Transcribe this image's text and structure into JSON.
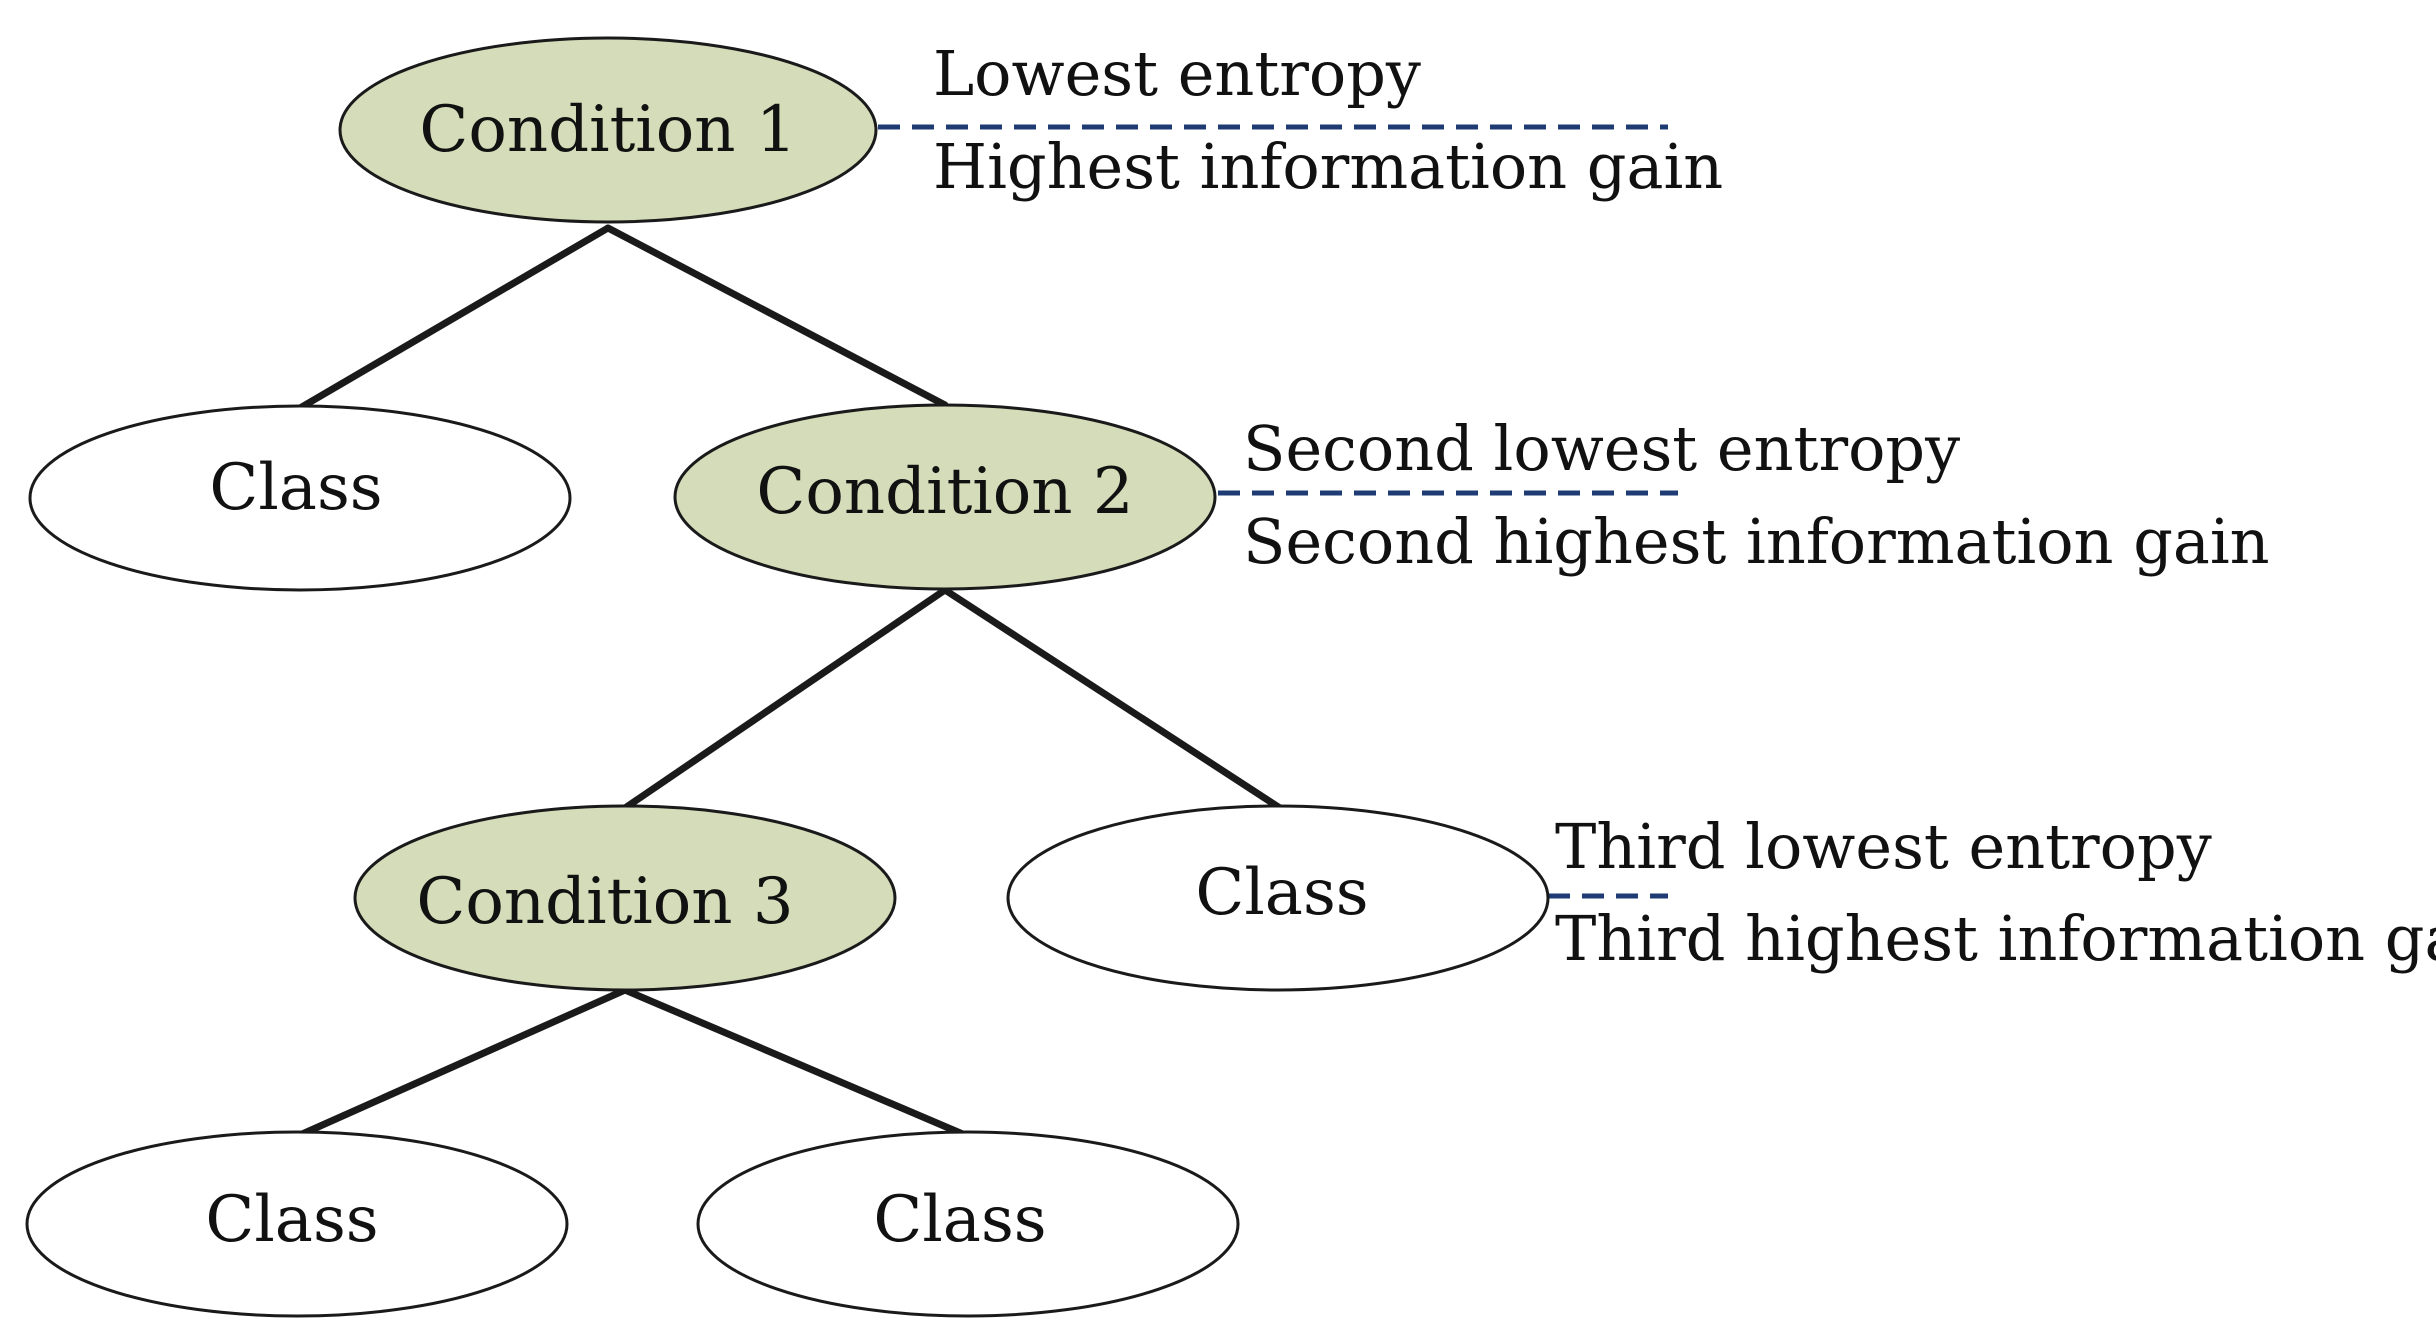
{
  "nodes": {
    "condition_1": "Condition 1",
    "condition_2": "Condition 2",
    "condition_3": "Condition 3",
    "class_left_1": "Class",
    "class_right_2": "Class",
    "class_left_3": "Class",
    "class_right_3": "Class"
  },
  "annotations": {
    "level_1": {
      "line1": "Lowest entropy",
      "line2": "Highest information gain"
    },
    "level_2": {
      "line1": "Second lowest entropy",
      "line2": "Second highest information gain"
    },
    "level_3": {
      "line1": "Third lowest entropy",
      "line2": "Third highest information gain"
    }
  },
  "colors": {
    "condition_fill": "#d5dcb9",
    "class_fill": "#ffffff",
    "dash_line": "#1f3b73"
  }
}
